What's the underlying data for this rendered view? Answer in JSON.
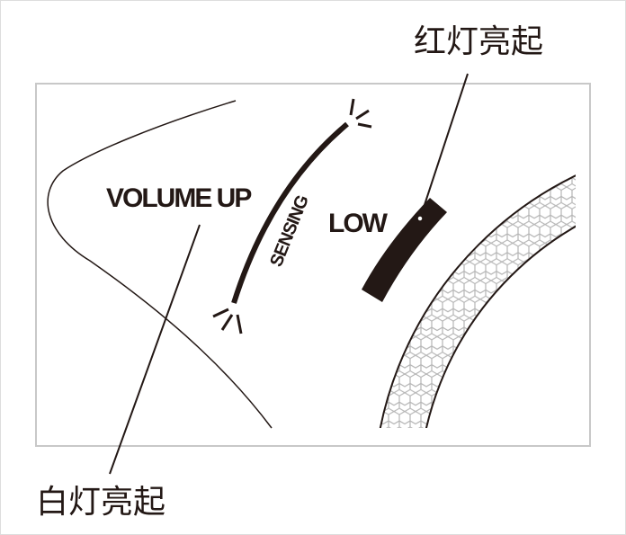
{
  "labels": {
    "volume_up": "VOLUME UP",
    "sensing": "SENSING",
    "low": "LOW",
    "red_light": "红灯亮起",
    "white_light": "白灯亮起"
  },
  "colors": {
    "ink": "#231815",
    "frame": "#c8c8c8",
    "mesh": "#b5b5b5"
  }
}
